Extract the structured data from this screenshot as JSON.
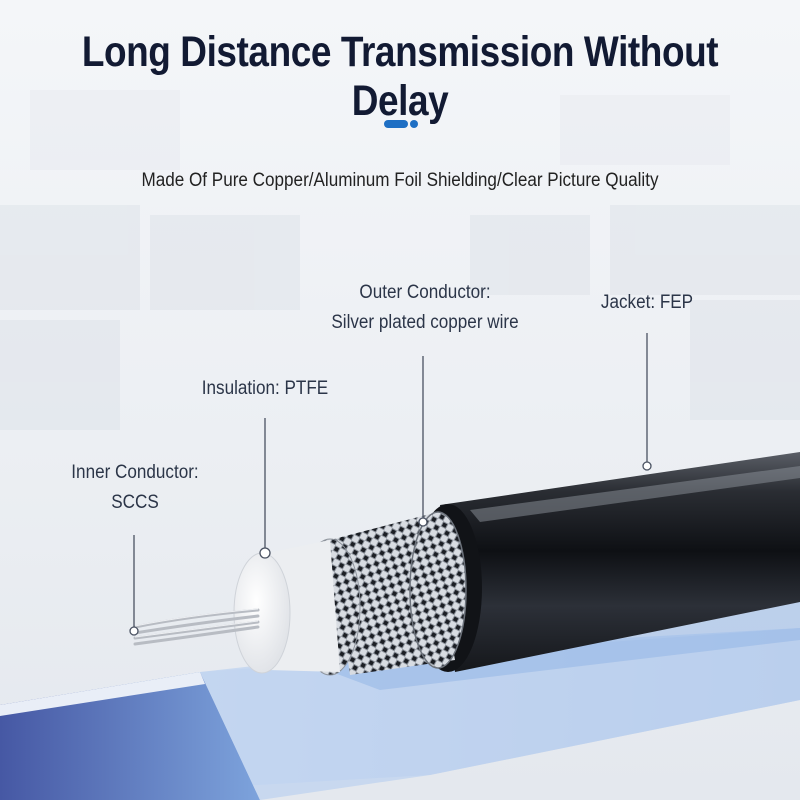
{
  "headline": "Long Distance Transmission Without Delay",
  "tagline": "Made Of Pure Copper/Aluminum Foil Shielding/Clear Picture Quality",
  "callouts": {
    "inner_conductor": {
      "line1": "Inner Conductor:",
      "line2": "SCCS"
    },
    "insulation": {
      "line1": "Insulation: PTFE"
    },
    "outer_conductor": {
      "line1": "Outer Conductor:",
      "line2": "Silver plated copper wire"
    },
    "jacket": {
      "line1": "Jacket: FEP"
    }
  },
  "colors": {
    "headline": "#121a33",
    "accent": "#1e6fc4",
    "jacket": "#1a1d22",
    "insulation": "#f2f3f5",
    "braid": "#c9ced6",
    "platform": "#4f66b0"
  }
}
